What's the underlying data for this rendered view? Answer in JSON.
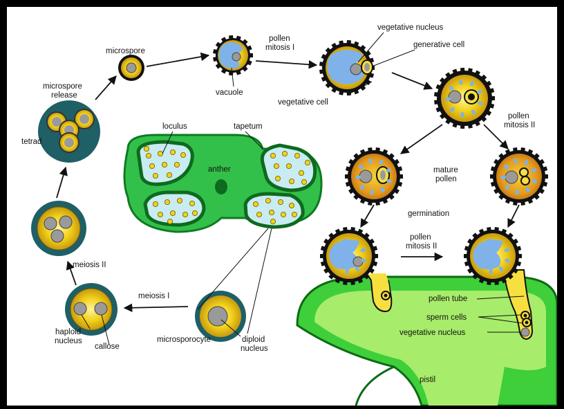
{
  "labels": {
    "microspore": "microspore",
    "pollen_mitosis_1_a": "pollen",
    "pollen_mitosis_1_b": "mitosis I",
    "vegetative_nucleus_top": "vegetative nucleus",
    "generative_cell": "generative cell",
    "vacuole": "vacuole",
    "vegetative_cell": "vegetative cell",
    "microspore_release_a": "microspore",
    "microspore_release_b": "release",
    "tetrad": "tetrad",
    "loculus": "loculus",
    "tapetum": "tapetum",
    "anther": "anther",
    "pollen_mitosis_2_a": "pollen",
    "pollen_mitosis_2_b": "mitosis II",
    "mature_pollen_a": "mature",
    "mature_pollen_b": "pollen",
    "germination": "germination",
    "pollen_mitosis_2c_a": "pollen",
    "pollen_mitosis_2c_b": "mitosis II",
    "meiosis_2": "meiosis II",
    "meiosis_1": "meiosis I",
    "pollen_tube": "pollen tube",
    "sperm_cells": "sperm cells",
    "vegetative_nucleus_bottom": "vegetative nucleus",
    "haploid_nucleus_a": "haploid",
    "haploid_nucleus_b": "nucleus",
    "callose": "callose",
    "microsporocyte": "microsporocyte",
    "diploid_nucleus_a": "diploid",
    "diploid_nucleus_b": "nucleus",
    "pistil": "pistil"
  },
  "colors": {
    "pollen_yellow": "#f2d21a",
    "pollen_orange": "#d98b1a",
    "vacuole_blue": "#7fb2e8",
    "nucleus_gray": "#9a9a9a",
    "callose_teal": "#1f5f66",
    "anther_green": "#33c04a",
    "anther_dark": "#128a2a",
    "loculus_fill": "#c8ecf2",
    "pistil_green": "#3ecf3a",
    "pistil_light": "#a7ec6a"
  }
}
